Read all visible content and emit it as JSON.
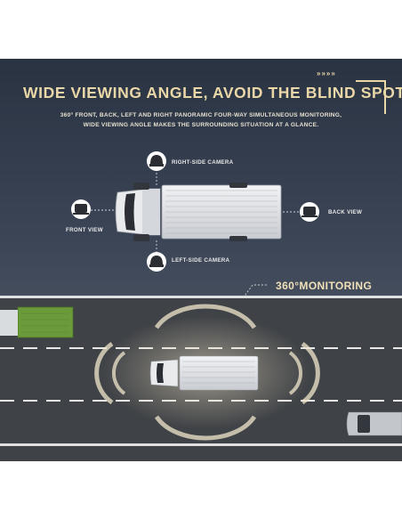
{
  "header": {
    "title": "WIDE VIEWING ANGLE, AVOID THE BLIND SPOT",
    "arrows": "»»»»",
    "subtitle_line1": "360° FRONT, BACK, LEFT AND RIGHT PANORAMIC FOUR-WAY SIMULTANEOUS MONITORING,",
    "subtitle_line2": "WIDE VIEWING ANGLE MAKES THE SURROUNDING SITUATION AT A GLANCE."
  },
  "cameras": {
    "right": "RIGHT-SIDE CAMERA",
    "front": "FRONT VIEW",
    "back": "BACK VIEW",
    "left": "LEFT-SIDE CAMERA"
  },
  "road": {
    "monitoring_label": "360°MONITORING"
  },
  "colors": {
    "accent": "#e9d7a8",
    "road": "#3f4246",
    "green_truck": "#6b9a3a"
  }
}
